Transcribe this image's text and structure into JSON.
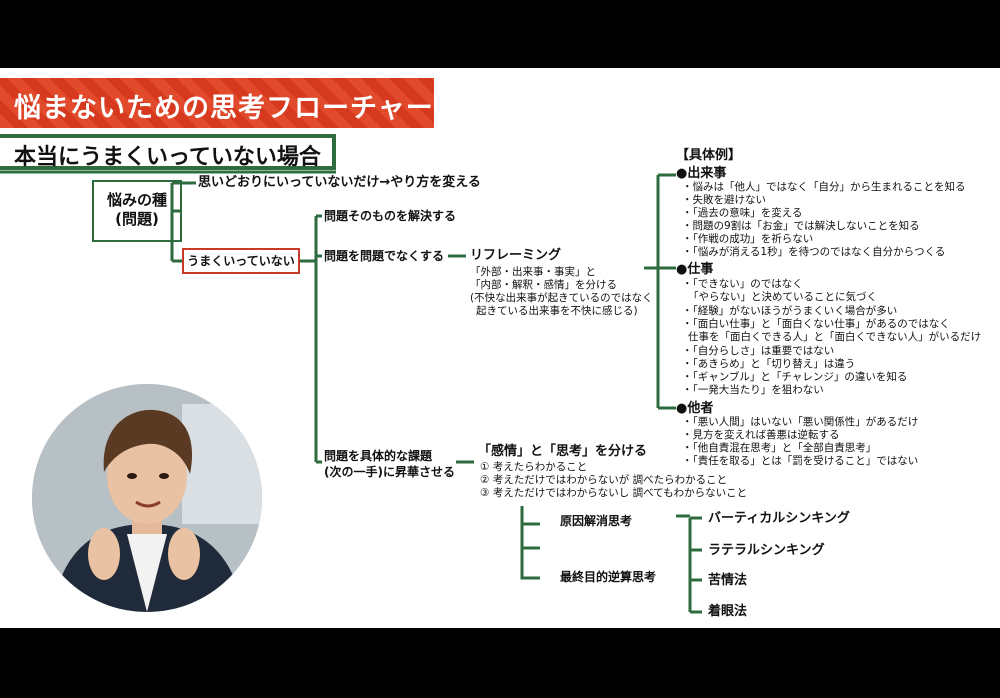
{
  "banner": {
    "title": "悩まないための思考フローチャート"
  },
  "subtitle": "本当にうまくいっていない場合",
  "root": {
    "line1": "悩みの種",
    "line2": "(問題)"
  },
  "branch_simple": "思いどおりにいっていないだけ→やり方を変える",
  "branch_hard": "うまくいっていない",
  "level2": {
    "solve": "問題そのものを解決する",
    "reframe": "問題を問題でなくする",
    "elevate_1": "問題を具体的な課題",
    "elevate_2": "(次の一手)に昇華させる"
  },
  "reframing": {
    "title": "リフレーミング",
    "lines": [
      "「外部・出来事・事実」と",
      "「内部・解釈・感情」を分ける",
      "(不快な出来事が起きているのではなく",
      "起きている出来事を不快に感じる)"
    ]
  },
  "examples": {
    "header": "【具体例】",
    "groups": [
      {
        "title": "●出来事",
        "items": [
          "・悩みは「他人」ではなく「自分」から生まれることを知る",
          "・失敗を避けない",
          "・「過去の意味」を変える",
          "・問題の9割は「お金」では解決しないことを知る",
          "・「作戦の成功」を祈らない",
          "・「悩みが消える1秒」を待つのではなく自分からつくる"
        ]
      },
      {
        "title": "●仕事",
        "items": [
          "・「できない」のではなく",
          "「やらない」と決めていることに気づく",
          "・「経験」がないほうがうまくいく場合が多い",
          "・「面白い仕事」と「面白くない仕事」があるのではなく",
          "仕事を「面白くできる人」と「面白くできない人」がいるだけ",
          "・「自分らしさ」は重要ではない",
          "・「あきらめ」と「切り替え」は違う",
          "・「ギャンブル」と「チャレンジ」の違いを知る",
          "・「一発大当たり」を狙わない"
        ]
      },
      {
        "title": "●他者",
        "items": [
          "・「悪い人間」はいない「悪い関係性」があるだけ",
          "・見方を変えれば善悪は逆転する",
          "・「他自責混在思考」と「全部自責思考」",
          "・「責任を取る」とは「罰を受けること」ではない"
        ]
      }
    ]
  },
  "separate": {
    "title": "「感情」と「思考」を分ける",
    "items": [
      "① 考えたらわかること",
      "② 考えただけではわからないが 調べたらわかること",
      "③ 考えただけではわからないし 調べてもわからないこと"
    ]
  },
  "methods": {
    "cause": "原因解消思考",
    "goal": "最終目的逆算思考"
  },
  "thinking": [
    "バーティカルシンキング",
    "ラテラルシンキング",
    "苦情法",
    "着眼法"
  ],
  "colors": {
    "accent_red": "#e24a2c",
    "line_green": "#2e6b3e",
    "node_red": "#c63a2a"
  }
}
